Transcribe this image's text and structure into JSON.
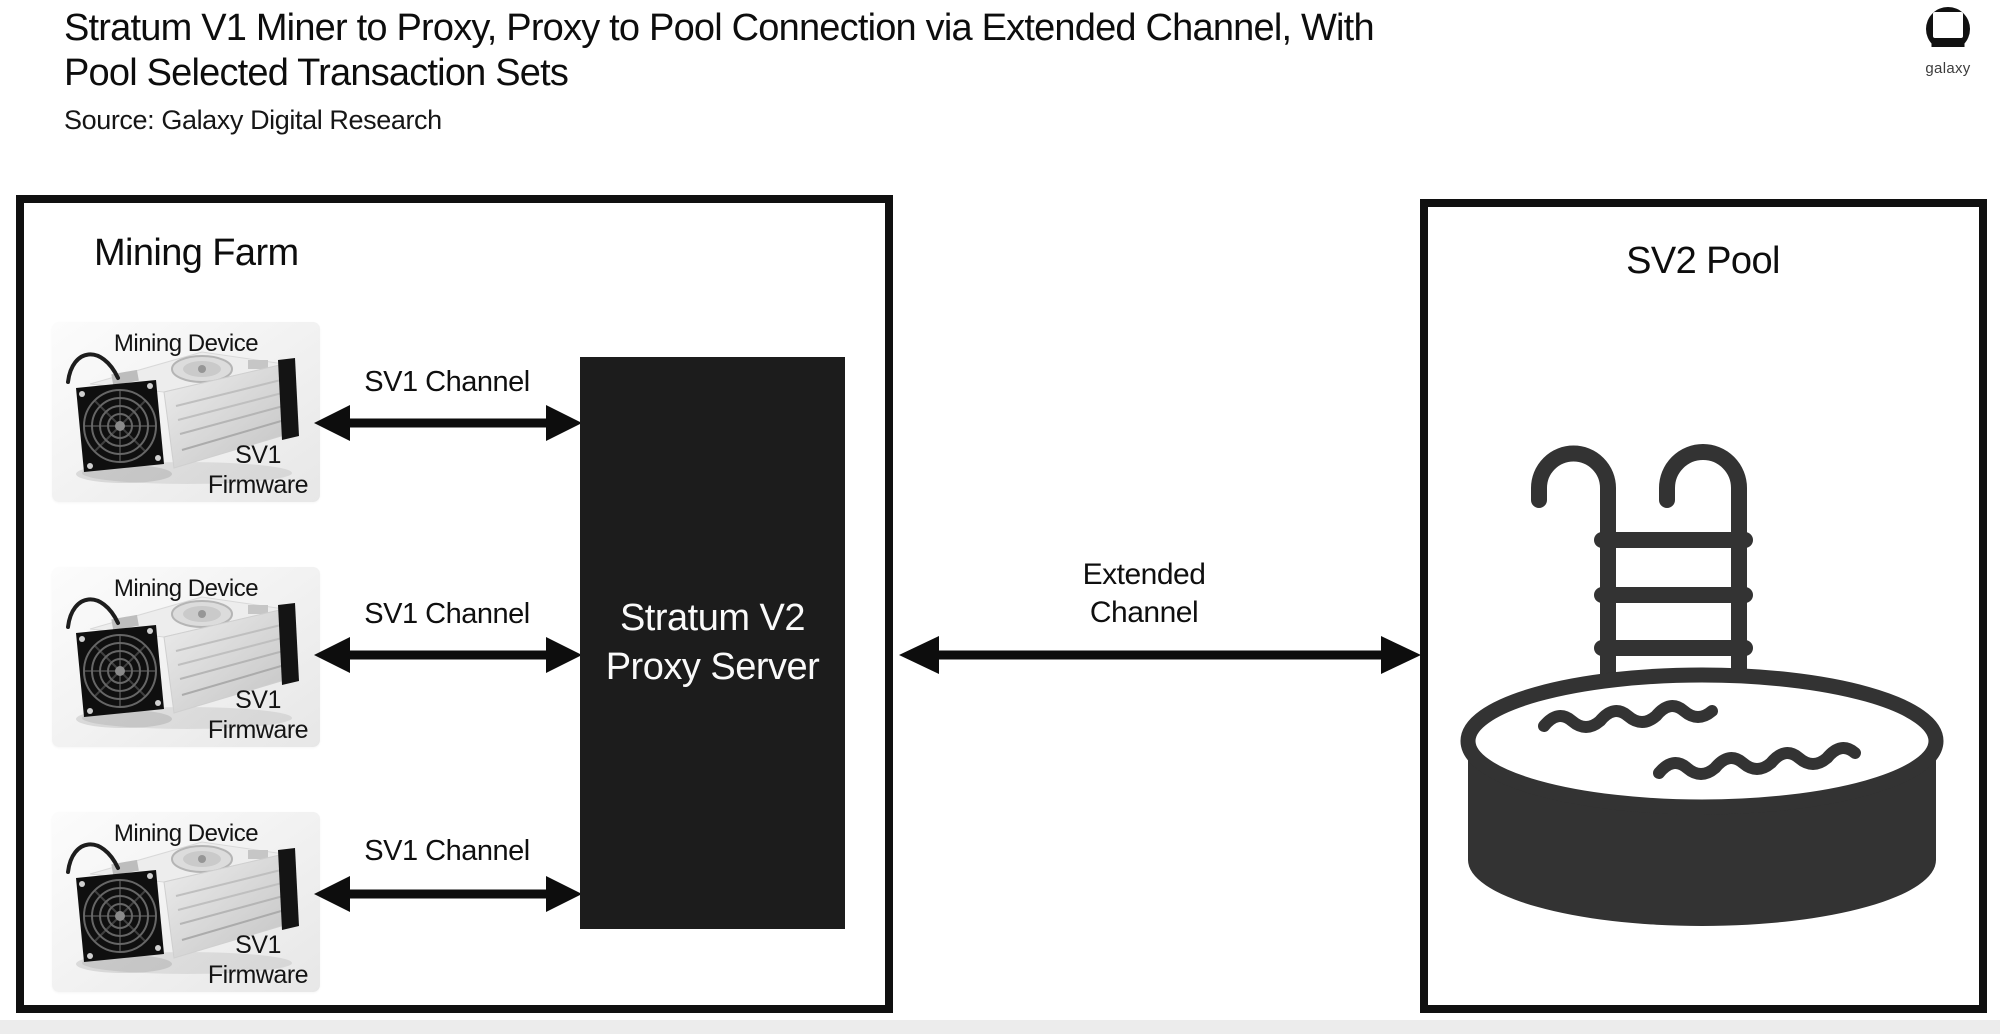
{
  "header": {
    "title_line1": "Stratum V1 Miner to Proxy, Proxy to Pool Connection via Extended Channel, With",
    "title_line2": "Pool Selected Transaction Sets",
    "source": "Source: Galaxy Digital Research",
    "logo_text": "galaxy"
  },
  "mining_farm": {
    "title": "Mining Farm",
    "devices": [
      {
        "label": "Mining Device",
        "firmware_line1": "SV1",
        "firmware_line2": "Firmware",
        "channel_label": "SV1 Channel"
      },
      {
        "label": "Mining Device",
        "firmware_line1": "SV1",
        "firmware_line2": "Firmware",
        "channel_label": "SV1 Channel"
      },
      {
        "label": "Mining Device",
        "firmware_line1": "SV1",
        "firmware_line2": "Firmware",
        "channel_label": "SV1 Channel"
      }
    ]
  },
  "proxy": {
    "label_line1": "Stratum V2",
    "label_line2": "Proxy Server"
  },
  "connection": {
    "label_line1": "Extended",
    "label_line2": "Channel"
  },
  "pool": {
    "title": "SV2 Pool"
  },
  "colors": {
    "ink": "#111111",
    "proxy_background": "#1c1c1c",
    "icon_dark": "#333333",
    "background": "#ffffff"
  }
}
